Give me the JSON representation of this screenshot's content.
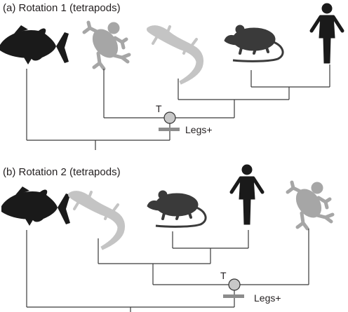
{
  "panels": [
    {
      "title": "(a) Rotation 1 (tetrapods)",
      "node_label": "T",
      "trait_label": "Legs+",
      "taxa": [
        {
          "name": "fish-icon",
          "color": "#1a1a1a"
        },
        {
          "name": "frog-icon",
          "color": "#a6a6a6"
        },
        {
          "name": "lizard-icon",
          "color": "#c4c4c4"
        },
        {
          "name": "mouse-icon",
          "color": "#3a3a3a"
        },
        {
          "name": "human-icon",
          "color": "#1a1a1a"
        }
      ]
    },
    {
      "title": "(b) Rotation 2 (tetrapods)",
      "node_label": "T",
      "trait_label": "Legs+",
      "taxa": [
        {
          "name": "fish-icon",
          "color": "#1a1a1a"
        },
        {
          "name": "lizard-icon",
          "color": "#c4c4c4"
        },
        {
          "name": "mouse-icon",
          "color": "#3a3a3a"
        },
        {
          "name": "human-icon",
          "color": "#1a1a1a"
        },
        {
          "name": "frog-icon",
          "color": "#a6a6a6"
        }
      ]
    }
  ]
}
